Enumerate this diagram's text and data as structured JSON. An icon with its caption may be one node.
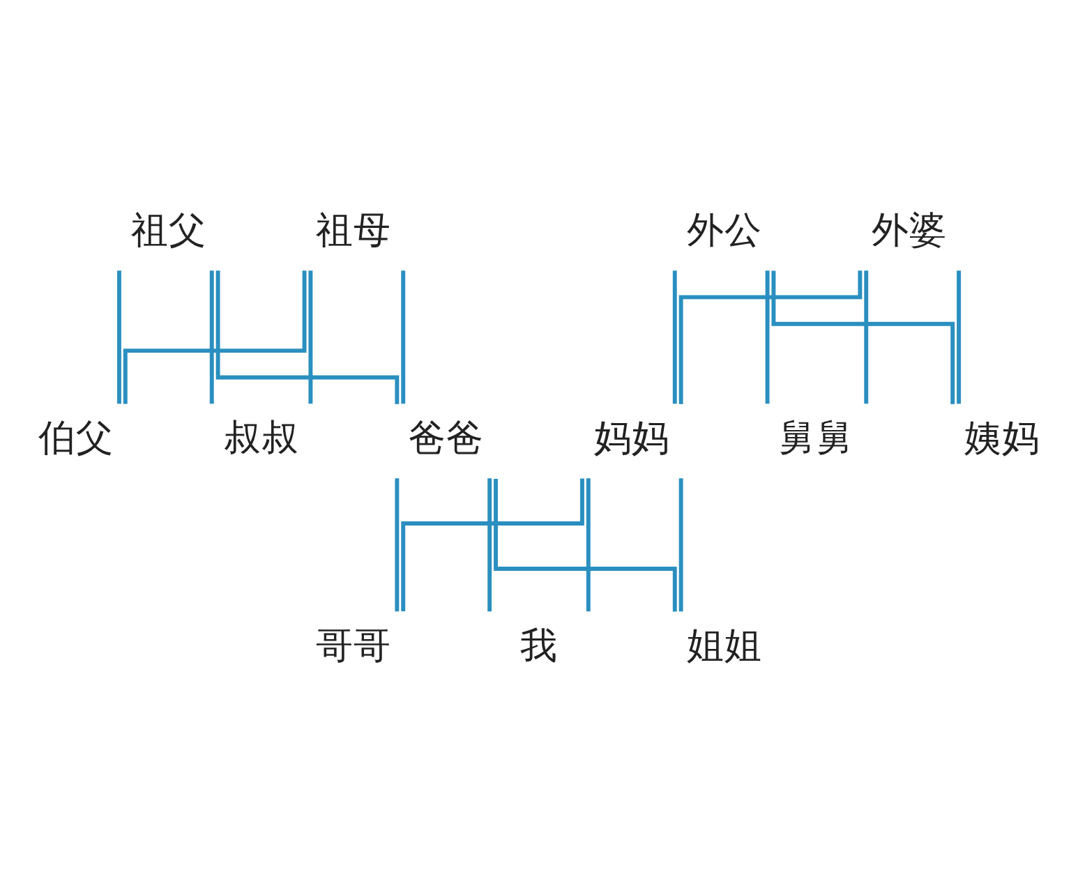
{
  "diagram": {
    "nodes": [
      {
        "text": [
          "祖父"
        ]
      },
      {
        "text": [
          "祖母"
        ]
      },
      {
        "text": [
          "外公"
        ]
      },
      {
        "text": [
          "外婆"
        ]
      },
      {
        "text": [
          "伯父"
        ]
      },
      {
        "text": [
          "叔叔"
        ]
      },
      {
        "text": [
          "爸爸"
        ]
      },
      {
        "text": [
          "妈妈"
        ]
      },
      {
        "text": [
          "舅舅"
        ]
      },
      {
        "text": [
          "姨妈"
        ]
      },
      {
        "text": [
          "哥哥"
        ]
      },
      {
        "text": [
          "我"
        ]
      },
      {
        "text": [
          "姐姐"
        ]
      }
    ],
    "edges": [
      {
        "from": 0,
        "to": 4,
        "arrow": "none"
      },
      {
        "from": 0,
        "to": 5,
        "arrow": "none"
      },
      {
        "from": 0,
        "to": 6,
        "arrow": "none"
      },
      {
        "from": 1,
        "to": 4,
        "arrow": "none"
      },
      {
        "from": 1,
        "to": 5,
        "arrow": "none"
      },
      {
        "from": 1,
        "to": 6,
        "arrow": "none"
      },
      {
        "from": 2,
        "to": 7,
        "arrow": "none"
      },
      {
        "from": 2,
        "to": 8,
        "arrow": "none"
      },
      {
        "from": 2,
        "to": 9,
        "arrow": "none"
      },
      {
        "from": 3,
        "to": 7,
        "arrow": "none"
      },
      {
        "from": 3,
        "to": 8,
        "arrow": "none"
      },
      {
        "from": 3,
        "to": 9,
        "arrow": "none"
      },
      {
        "from": 6,
        "to": 10,
        "arrow": "none"
      },
      {
        "from": 6,
        "to": 11,
        "arrow": "none"
      },
      {
        "from": 6,
        "to": 12,
        "arrow": "none"
      },
      {
        "from": 7,
        "to": 10,
        "arrow": "none"
      },
      {
        "from": 7,
        "to": 11,
        "arrow": "none"
      },
      {
        "from": 7,
        "to": 12,
        "arrow": "none"
      }
    ]
  }
}
